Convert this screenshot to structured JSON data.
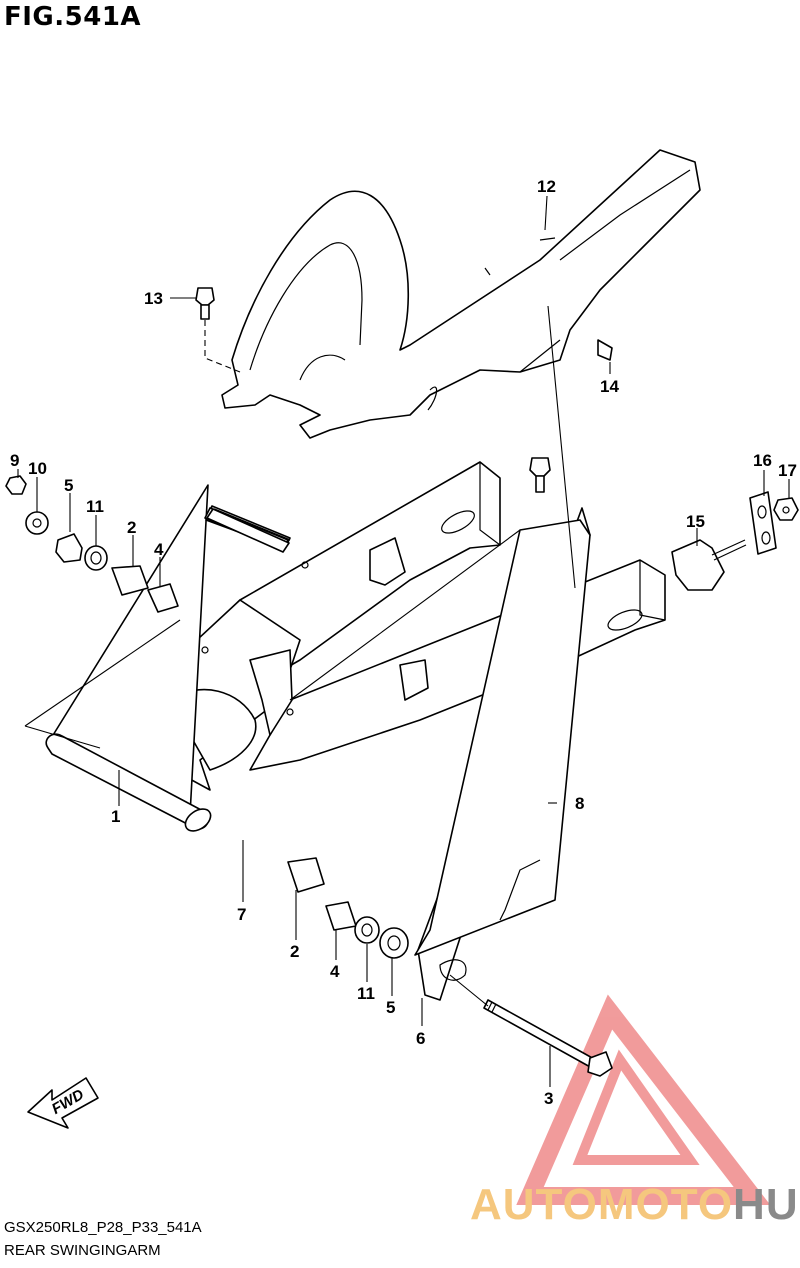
{
  "header": {
    "title": "FIG.541A"
  },
  "callouts": {
    "c1": "1",
    "c2a": "2",
    "c2b": "2",
    "c3": "3",
    "c4a": "4",
    "c4b": "4",
    "c5a": "5",
    "c5b": "5",
    "c6": "6",
    "c7": "7",
    "c8": "8",
    "c9": "9",
    "c10": "10",
    "c11a": "11",
    "c11b": "11",
    "c12": "12",
    "c13": "13",
    "c14": "14",
    "c15": "15",
    "c16": "16",
    "c17": "17"
  },
  "fwd_label": "FWD",
  "footer": {
    "code": "GSX250RL8_P28_P33_541A",
    "name": "REAR SWINGINGARM"
  },
  "watermark": {
    "part1": "AUTOMOTO",
    "part2": "HUB",
    "color_orange": "#f5a623",
    "color_grey": "#8a8a8a",
    "color_red": "#e64a4a"
  }
}
